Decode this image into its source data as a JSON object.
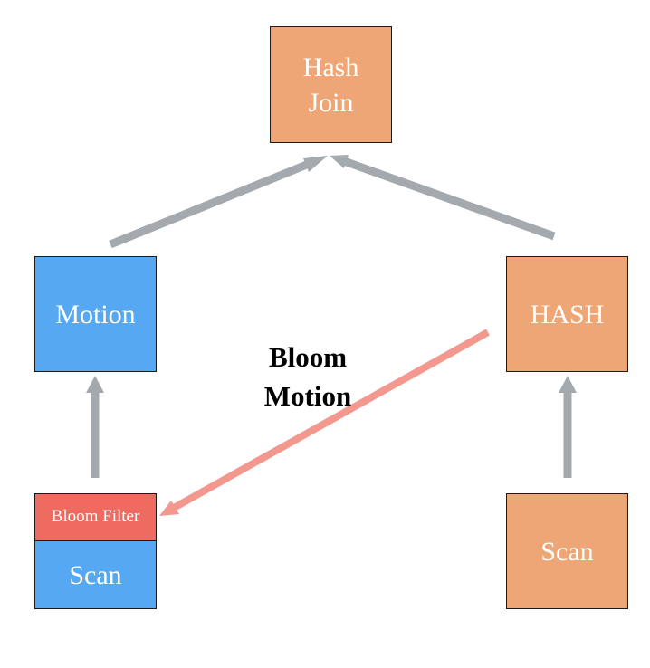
{
  "nodes": {
    "hash_join": {
      "label": "Hash\nJoin"
    },
    "motion": {
      "label": "Motion"
    },
    "hash": {
      "label": "HASH"
    },
    "bloom_filter": {
      "label": "Bloom Filter"
    },
    "scan_left": {
      "label": "Scan"
    },
    "scan_right": {
      "label": "Scan"
    }
  },
  "edge_labels": {
    "bloom_motion": "Bloom\nMotion"
  },
  "colors": {
    "orange_node": "#eea676",
    "blue_node": "#56a8f3",
    "red_filter": "#ef6b5f",
    "gray_arrow": "#a4a9ae",
    "pink_arrow": "#f3988e"
  }
}
